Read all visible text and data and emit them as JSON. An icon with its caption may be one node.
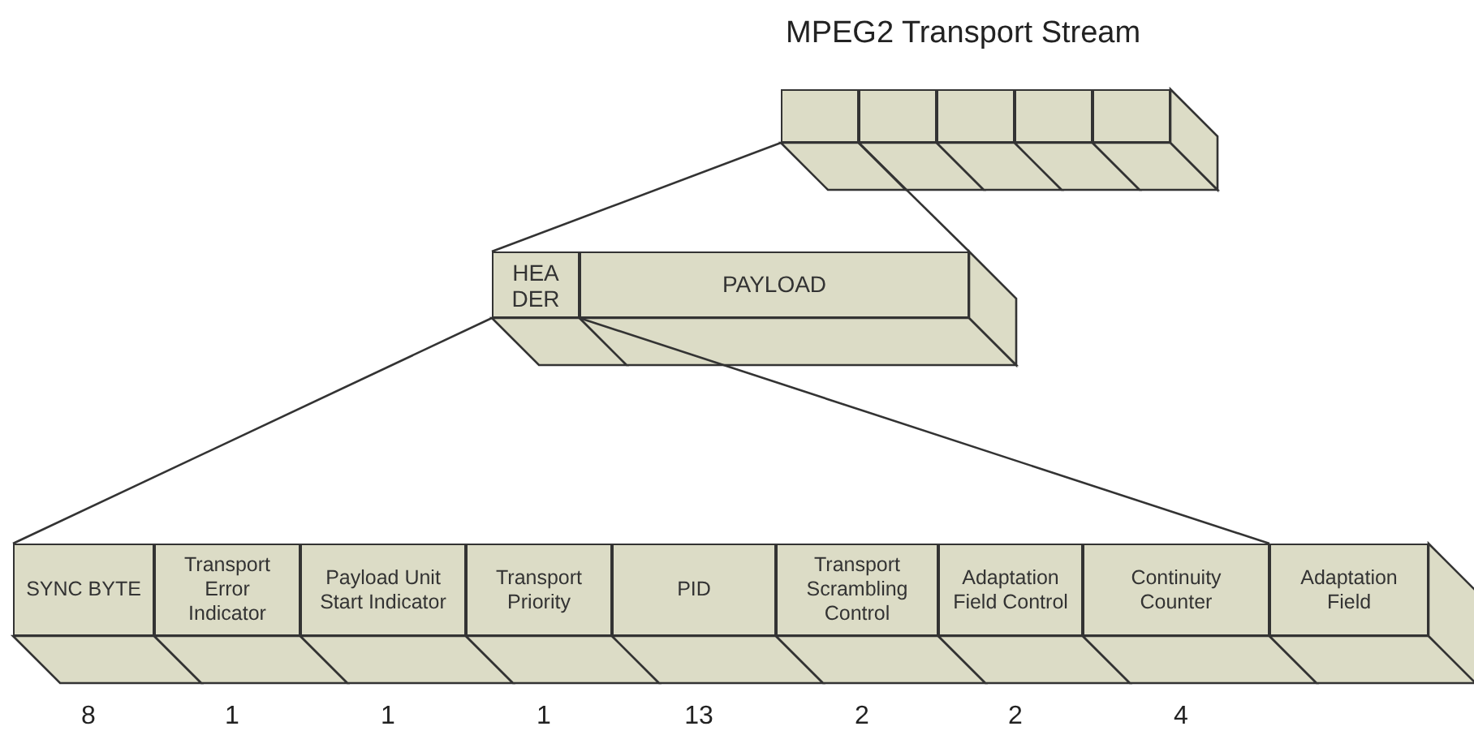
{
  "diagram": {
    "title": "MPEG2 Transport Stream",
    "nodes": [
      {
        "text": [],
        "shape": "box"
      },
      {
        "text": [],
        "shape": "box"
      },
      {
        "text": [],
        "shape": "box"
      },
      {
        "text": [],
        "shape": "box"
      },
      {
        "text": [],
        "shape": "box"
      },
      {
        "text": [
          "HEA DER"
        ]
      },
      {
        "text": [
          "PAYLOAD"
        ]
      },
      {
        "text": [
          "SYNC BYTE"
        ],
        "beside": [
          "8"
        ]
      },
      {
        "text": [
          "Transport Error Indicator"
        ],
        "beside": [
          "1"
        ]
      },
      {
        "text": [
          "Payload Unit Start Indicator"
        ],
        "beside": [
          "1"
        ]
      },
      {
        "text": [
          "Transport Priority"
        ],
        "beside": [
          "1"
        ]
      },
      {
        "text": [
          "PID"
        ],
        "beside": [
          "13"
        ]
      },
      {
        "text": [
          "Transport Scrambling Control"
        ],
        "beside": [
          "2"
        ]
      },
      {
        "text": [
          "Adaptation Field Control"
        ],
        "beside": [
          "2"
        ]
      },
      {
        "text": [
          "Continuity Counter"
        ],
        "beside": [
          "4"
        ]
      },
      {
        "text": [
          "Adaptation Field"
        ]
      }
    ],
    "edges": [
      {
        "from": 0,
        "to": 5,
        "arrow": "none"
      },
      {
        "from": 0,
        "to": 6,
        "arrow": "none"
      },
      {
        "from": 5,
        "to": 7,
        "arrow": "none"
      },
      {
        "from": 5,
        "to": 15,
        "arrow": "none"
      }
    ]
  }
}
